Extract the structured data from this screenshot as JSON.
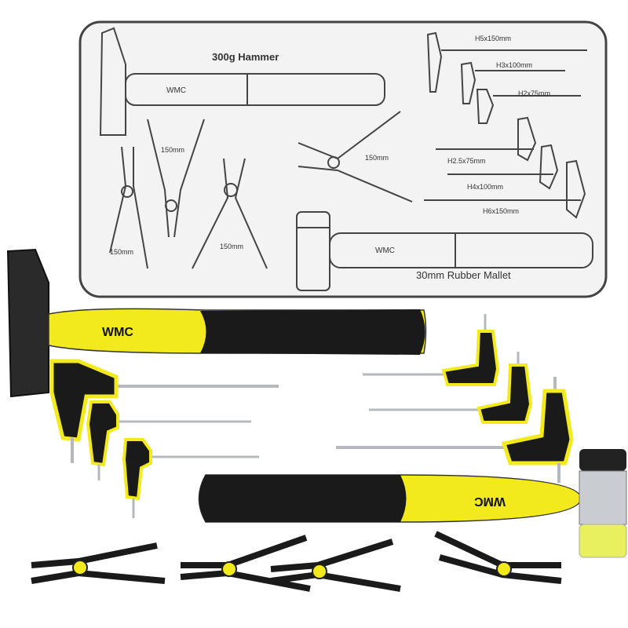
{
  "tray": {
    "hammer_label": "300g Hammer",
    "mallet_label": "30mm Rubber Mallet",
    "brand": "WMC",
    "pliers_labels": [
      "150mm",
      "150mm",
      "150mm",
      "150mm"
    ],
    "hex_keys": [
      "H5x150mm",
      "H3x100mm",
      "H2x75mm",
      "H2.5x75mm",
      "H4x100mm",
      "H6x150mm"
    ]
  },
  "tools": {
    "brand": "WMC",
    "colors": {
      "handle_yellow": "#f2ea1c",
      "grip_black": "#1a1a1a",
      "steel": "#c9cdd1",
      "outline_gray": "#555555"
    }
  }
}
